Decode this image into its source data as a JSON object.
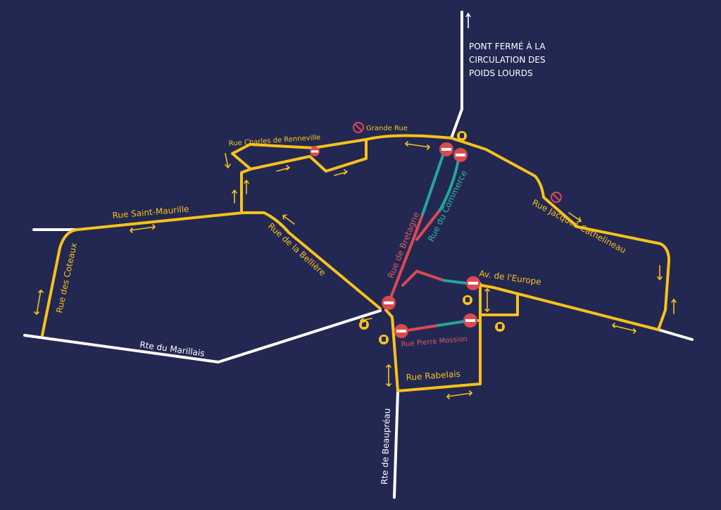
{
  "notice": {
    "line1": "PONT FERMÉ À LA",
    "line2": "CIRCULATION DES",
    "line3": "POIDS LOURDS"
  },
  "streets": {
    "grande_rue": "Grande Rue",
    "charles_de_renneville": "Rue Charles de Renneville",
    "saint_maurille": "Rue Saint-Maurille",
    "coteaux": "Rue des Coteaux",
    "belliere": "Rue de la Bellière",
    "bretagne": "Rue de Bretagne",
    "commerce": "Rue du Commerce",
    "jacques_cathelineau": "Rue Jacques Cathelineau",
    "europe": "Av. de l'Europe",
    "pierre_mossion": "Rue Pierre Mossion",
    "rabelais": "Rue Rabelais",
    "marillais": "Rte du Marillais",
    "beaupreau": "Rte de Beaupréau"
  },
  "colors": {
    "background": "#232852",
    "detour_route": "#f7c21b",
    "closed_street": "#d94b50",
    "open_street": "#23a79a",
    "regular_road": "#ffffff"
  },
  "icons": {
    "no_entry": "no-entry-icon",
    "no_vehicles": "no-vehicles-icon",
    "parking": "parking-icon",
    "two_way_arrow": "two-way-arrow-icon",
    "one_way_arrow": "one-way-arrow-icon"
  }
}
